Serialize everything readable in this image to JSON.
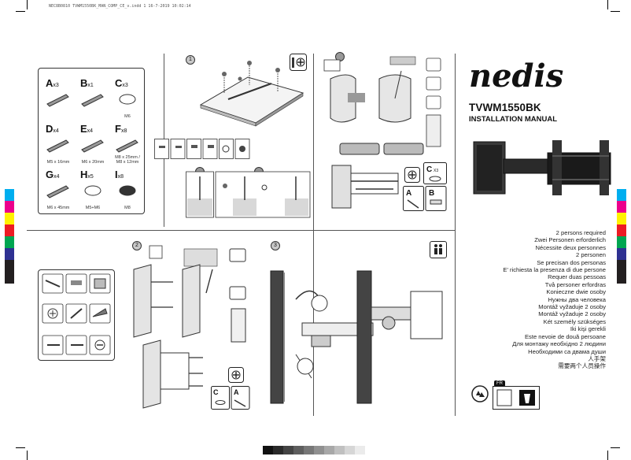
{
  "print_header": "NEC8B0810 TVWM1550BK_MAN_COMP_CE_v.indd 1   16-7-2019   10:02:14",
  "brand": "nedis",
  "model": "TVWM1550BK",
  "manual_title": "INSTALLATION MANUAL",
  "step_numbers": [
    "1",
    "2",
    "3"
  ],
  "parts": [
    {
      "letter": "A",
      "qty": "x3",
      "spec": ""
    },
    {
      "letter": "B",
      "qty": "x1",
      "spec": ""
    },
    {
      "letter": "C",
      "qty": "x3",
      "spec": "M6"
    },
    {
      "letter": "D",
      "qty": "x4",
      "spec": "M5 x 16mm"
    },
    {
      "letter": "E",
      "qty": "x4",
      "spec": "M6 x 20mm"
    },
    {
      "letter": "F",
      "qty": "x8",
      "spec": "M8 x 25mm / M8 x 12mm"
    },
    {
      "letter": "G",
      "qty": "x4",
      "spec": "M6 x 45mm"
    },
    {
      "letter": "H",
      "qty": "x5",
      "spec": "M5+M6"
    },
    {
      "letter": "I",
      "qty": "x8",
      "spec": "M8"
    }
  ],
  "languages": [
    "2 persons required",
    "Zwei Personen erforderlich",
    "Nécessite deux personnes",
    "2 personen",
    "Se precisan dos personas",
    "E' richiesta la presenza di due persone",
    "Requer duas pessoas",
    "Två personer erfordras",
    "Konieczne dwie osoby",
    "Нужны два человека",
    "Montáž vyžaduje 2 osoby",
    "Montáž vyžaduje 2 osoby",
    "Két személy szükséges",
    "Iki kişi gerekli",
    "Este nevoie de două persoane",
    "Для монтажу необхідно 2 людини",
    "Необходими са двама души",
    "人手架",
    "需要两个人员操作"
  ],
  "fr_label": "FR",
  "colors": {
    "registration": [
      "#00aeef",
      "#ec008c",
      "#fff200",
      "#ed1c24",
      "#00a651",
      "#2e3192",
      "#231f20",
      "#231f20"
    ],
    "grays": [
      "#111111",
      "#2a2a2a",
      "#444444",
      "#5e5e5e",
      "#777777",
      "#909090",
      "#a8a8a8",
      "#c0c0c0",
      "#d6d6d6",
      "#ebebeb"
    ]
  }
}
